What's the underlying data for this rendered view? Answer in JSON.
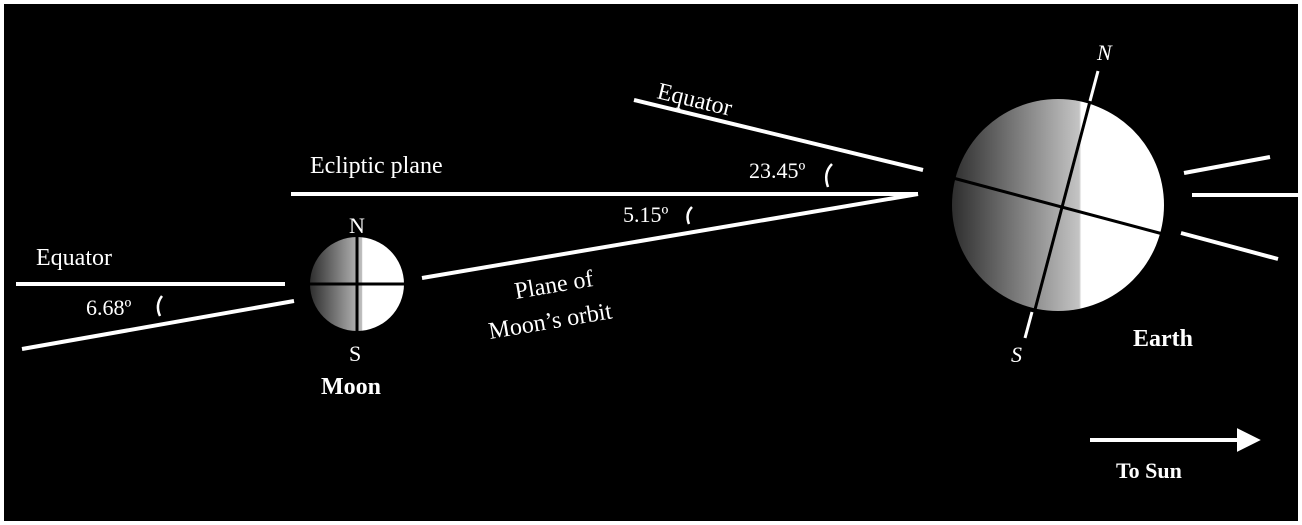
{
  "labels": {
    "equator_earth": "Equator",
    "ecliptic_plane": "Ecliptic plane",
    "equator_moon": "Equator",
    "plane_of": "Plane of",
    "moons_orbit": "Moon’s orbit",
    "angle_earth_tilt": "23.45º",
    "angle_moon_orbit": "5.15º",
    "angle_moon_tilt": "6.68º",
    "moon_north": "N",
    "moon_south": "S",
    "moon_name": "Moon",
    "earth_north": "N",
    "earth_south": "S",
    "earth_name": "Earth",
    "to_sun": "To Sun"
  },
  "colors": {
    "background": "#000000",
    "frame": "#ffffff",
    "lines": "#ffffff",
    "shade_dark": "#2e2e2e",
    "shade_light": "#ffffff"
  }
}
